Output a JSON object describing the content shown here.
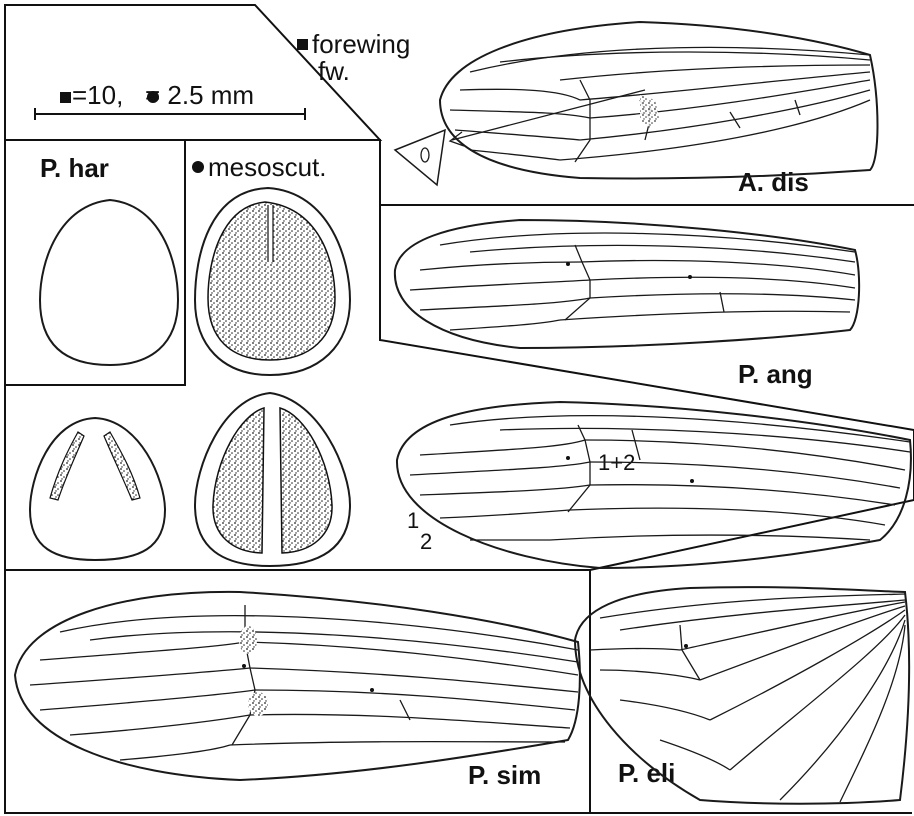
{
  "legend": {
    "forewing_line1": "forewing",
    "forewing_line2": "fw.",
    "scale": "=10,   = 2.5 mm",
    "mesoscutum": "mesoscut."
  },
  "labels": {
    "a_dis": "A. dis",
    "p_har": "P. har",
    "p_ang": "P. ang",
    "p_sim": "P. sim",
    "p_eli": "P. eli",
    "vein_12": "1+2",
    "vein_1": "1",
    "vein_2": "2"
  },
  "colors": {
    "ink": "#111111",
    "paper": "#ffffff"
  }
}
